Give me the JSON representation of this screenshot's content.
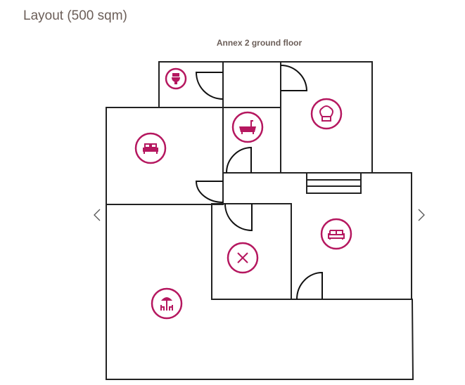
{
  "header": {
    "title": "Layout (500 sqm)"
  },
  "plan": {
    "floor_label": "Annex 2 ground floor",
    "rooms": [
      {
        "icon": "toilet-icon"
      },
      {
        "icon": "kitchen-chef-hat-icon"
      },
      {
        "icon": "bathtub-icon"
      },
      {
        "icon": "bed-icon"
      },
      {
        "icon": "sofa-icon"
      },
      {
        "icon": "close-x-icon"
      },
      {
        "icon": "dining-terrace-icon"
      }
    ],
    "accent": "#b5175f"
  },
  "nav": {
    "prev": "previous-arrow",
    "next": "next-arrow"
  }
}
